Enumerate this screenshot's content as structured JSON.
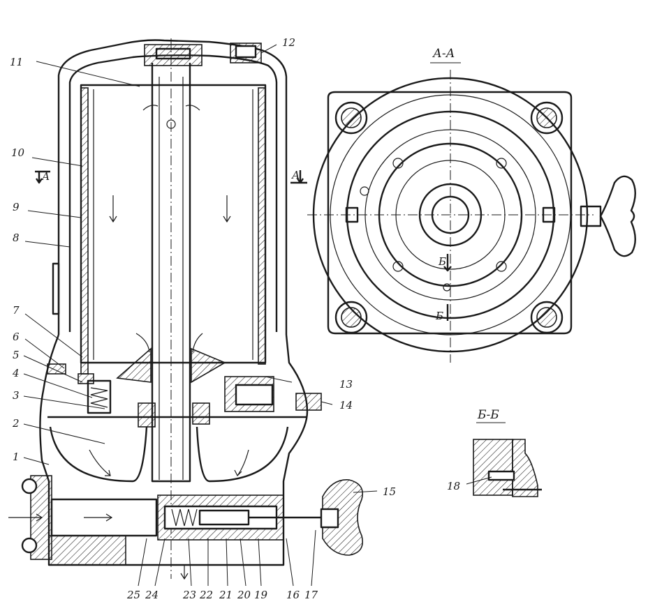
{
  "sections": {
    "aa": "А-А",
    "bb": "Б-Б"
  },
  "cut_marks": {
    "a_left": "А",
    "a_right": "А",
    "b_top": "Б",
    "b_bottom": "Б"
  },
  "callouts": {
    "c1": "1",
    "c2": "2",
    "c3": "3",
    "c4": "4",
    "c5": "5",
    "c6": "6",
    "c7": "7",
    "c8": "8",
    "c9": "9",
    "c10": "10",
    "c11": "11",
    "c12": "12",
    "c13": "13",
    "c14": "14",
    "c15": "15",
    "c16": "16",
    "c17": "17",
    "c18": "18",
    "c19": "19",
    "c20": "20",
    "c21": "21",
    "c22": "22",
    "c23": "23",
    "c24": "24",
    "c25": "25"
  }
}
